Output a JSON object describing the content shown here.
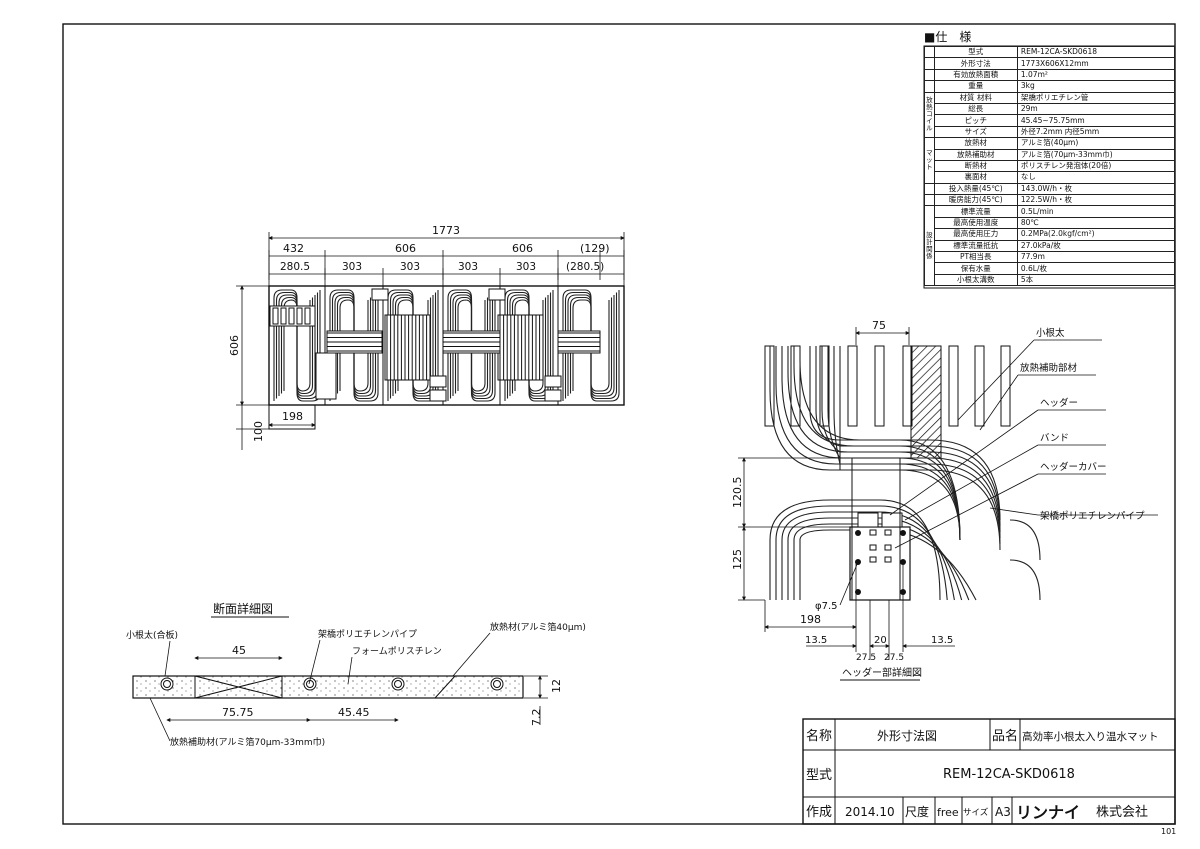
{
  "spec": {
    "heading": "■仕　様",
    "rows": [
      {
        "group": "",
        "label": "型式",
        "value": "REM-12CA-SKD0618"
      },
      {
        "group": "",
        "label": "外形寸法",
        "value": "1773X606X12mm"
      },
      {
        "group": "",
        "label": "有効放熱面積",
        "value": "1.07m²"
      },
      {
        "group": "",
        "label": "重量",
        "value": "3kg"
      },
      {
        "group": "放熱コイル",
        "label": "材質 材料",
        "value": "架橋ポリエチレン管"
      },
      {
        "group": "放熱コイル",
        "label": "総長",
        "value": "29m"
      },
      {
        "group": "放熱コイル",
        "label": "ピッチ",
        "value": "45.45~75.75mm"
      },
      {
        "group": "放熱コイル",
        "label": "サイズ",
        "value": "外径7.2mm 内径5mm"
      },
      {
        "group": "マット",
        "label": "放熱材",
        "value": "アルミ箔(40μm)"
      },
      {
        "group": "マット",
        "label": "放熱補助材",
        "value": "アルミ箔(70μm-33mm巾)"
      },
      {
        "group": "マット",
        "label": "断熱材",
        "value": "ポリスチレン発泡体(20倍)"
      },
      {
        "group": "マット",
        "label": "裏面材",
        "value": "なし"
      },
      {
        "group": "",
        "label": "投入熱量(45℃)",
        "value": "143.0W/h・枚"
      },
      {
        "group": "",
        "label": "暖房能力(45℃)",
        "value": "122.5W/h・枚"
      },
      {
        "group": "設計関係",
        "label": "標準流量",
        "value": "0.5L/min"
      },
      {
        "group": "設計関係",
        "label": "最高使用温度",
        "value": "80℃"
      },
      {
        "group": "設計関係",
        "label": "最高使用圧力",
        "value": "0.2MPa(2.0kgf/cm²)"
      },
      {
        "group": "設計関係",
        "label": "標準流量抵抗",
        "value": "27.0kPa/枚"
      },
      {
        "group": "設計関係",
        "label": "PT相当長",
        "value": "77.9m"
      },
      {
        "group": "設計関係",
        "label": "保有水量",
        "value": "0.6L/枚"
      },
      {
        "group": "設計関係",
        "label": "小根太溝数",
        "value": "5本"
      }
    ]
  },
  "plan": {
    "dims_top_total": "1773",
    "dims_top": [
      "432",
      "606",
      "606",
      "(129)"
    ],
    "dims_sub": [
      "280.5",
      "303",
      "303",
      "303",
      "303",
      "(280.5)"
    ],
    "dim_height": "606",
    "dim_198": "198",
    "dim_100": "100"
  },
  "section": {
    "title": "断面詳細図",
    "labels": {
      "konedaita": "小根太(合板)",
      "pipe": "架橋ポリエチレンパイプ",
      "foam": "フォームポリスチレン",
      "heatsink": "放熱材(アルミ箔40μm)",
      "aux": "放熱補助材(アルミ箔70μm-33mm巾)"
    },
    "dims": {
      "d45": "45",
      "d7575": "75.75",
      "d4545": "45.45",
      "d12": "12",
      "d72": "7.2"
    }
  },
  "header_detail": {
    "title": "ヘッダー部詳細図",
    "labels": [
      "小根太",
      "放熱補助部材",
      "ヘッダー",
      "バンド",
      "ヘッダーカバー",
      "架橋ポリエチレンパイプ"
    ],
    "dims": {
      "d75": "75",
      "d1205": "120.5",
      "d125": "125",
      "phi": "φ7.5",
      "d198": "198",
      "d135a": "13.5",
      "d20": "20",
      "d135b": "13.5",
      "d275a": "27.5",
      "d275b": "27.5"
    }
  },
  "titleblock": {
    "name_label": "名称",
    "name_value": "外形寸法図",
    "product_label": "品名",
    "product_value": "高効率小根太入り温水マット",
    "model_label": "型式",
    "model_value": "REM-12CA-SKD0618",
    "made_label": "作成",
    "date": "2014.10",
    "scale_label": "尺度",
    "scale_value": "free",
    "size_label": "サイズ",
    "size_value": "A3",
    "company_logo": "リンナイ",
    "company_suffix": "株式会社"
  },
  "sheet_number": "101"
}
